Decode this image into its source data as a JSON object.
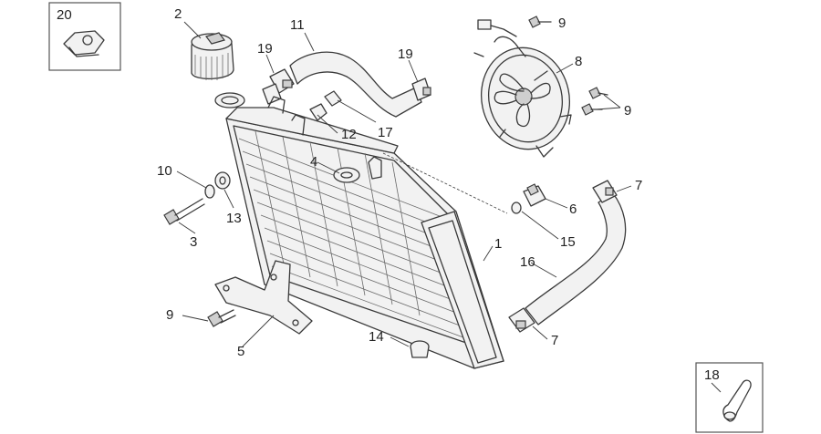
{
  "callouts": {
    "c1": "1",
    "c2": "2",
    "c3": "3",
    "c4": "4",
    "c5": "5",
    "c6": "6",
    "c7a": "7",
    "c7b": "7",
    "c8": "8",
    "c9a": "9",
    "c9b": "9",
    "c9c": "9",
    "c10": "10",
    "c11": "11",
    "c12": "12",
    "c13": "13",
    "c14": "14",
    "c15": "15",
    "c16": "16",
    "c17": "17",
    "c18": "18",
    "c19a": "19",
    "c19b": "19",
    "c20": "20"
  }
}
